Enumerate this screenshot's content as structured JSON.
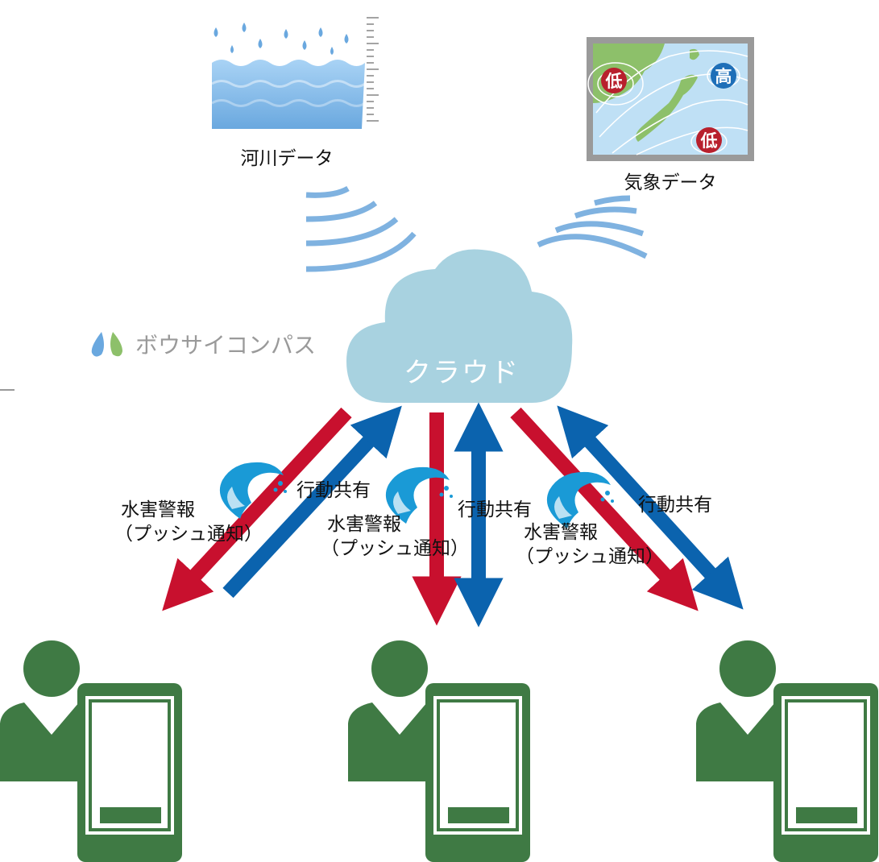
{
  "labels": {
    "river": "河川データ",
    "weather": "気象データ",
    "cloud": "クラウド",
    "brand": "ボウサイコンパス",
    "alert_line1": "水害警報",
    "alert_line2": "（プッシュ通知）",
    "action": "行動共有"
  },
  "weather_map": {
    "low_badge": "低",
    "high_badge": "高"
  },
  "colors": {
    "alert_arrow": "#c8102e",
    "action_arrow": "#0b63ae",
    "signal": "#7fb2e0",
    "cloud": "#a8d2e0",
    "user": "#3f7a44",
    "water": "#6aa8df"
  }
}
